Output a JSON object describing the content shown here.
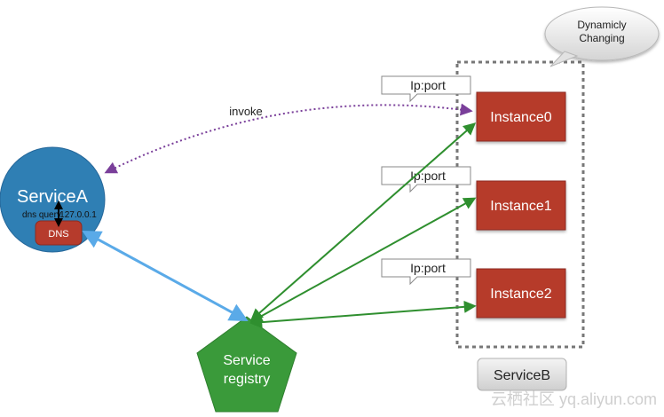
{
  "service_a": {
    "label": "ServiceA",
    "dns_query_label": "dns query",
    "dns_ip": "127.0.0.1",
    "dns_box_label": "DNS"
  },
  "instances": [
    {
      "label": "Instance0",
      "tag": "Ip:port"
    },
    {
      "label": "Instance1",
      "tag": "Ip:port"
    },
    {
      "label": "Instance2",
      "tag": "Ip:port"
    }
  ],
  "registry": {
    "line1": "Service",
    "line2": "registry"
  },
  "service_b": {
    "label": "ServiceB"
  },
  "invoke_label": "invoke",
  "callout": {
    "line1": "Dynamicly",
    "line2": "Changing"
  },
  "watermark": "云栖社区 yq.aliyun.com",
  "colors": {
    "service_a_fill": "#2f7fb4",
    "instance_fill": "#b63b2c",
    "registry_fill": "#3a9a3a",
    "registry_arrows": "#2f8f2f",
    "dns_arrow": "#5aaae8",
    "invoke_arrow": "#7a3f9a"
  }
}
